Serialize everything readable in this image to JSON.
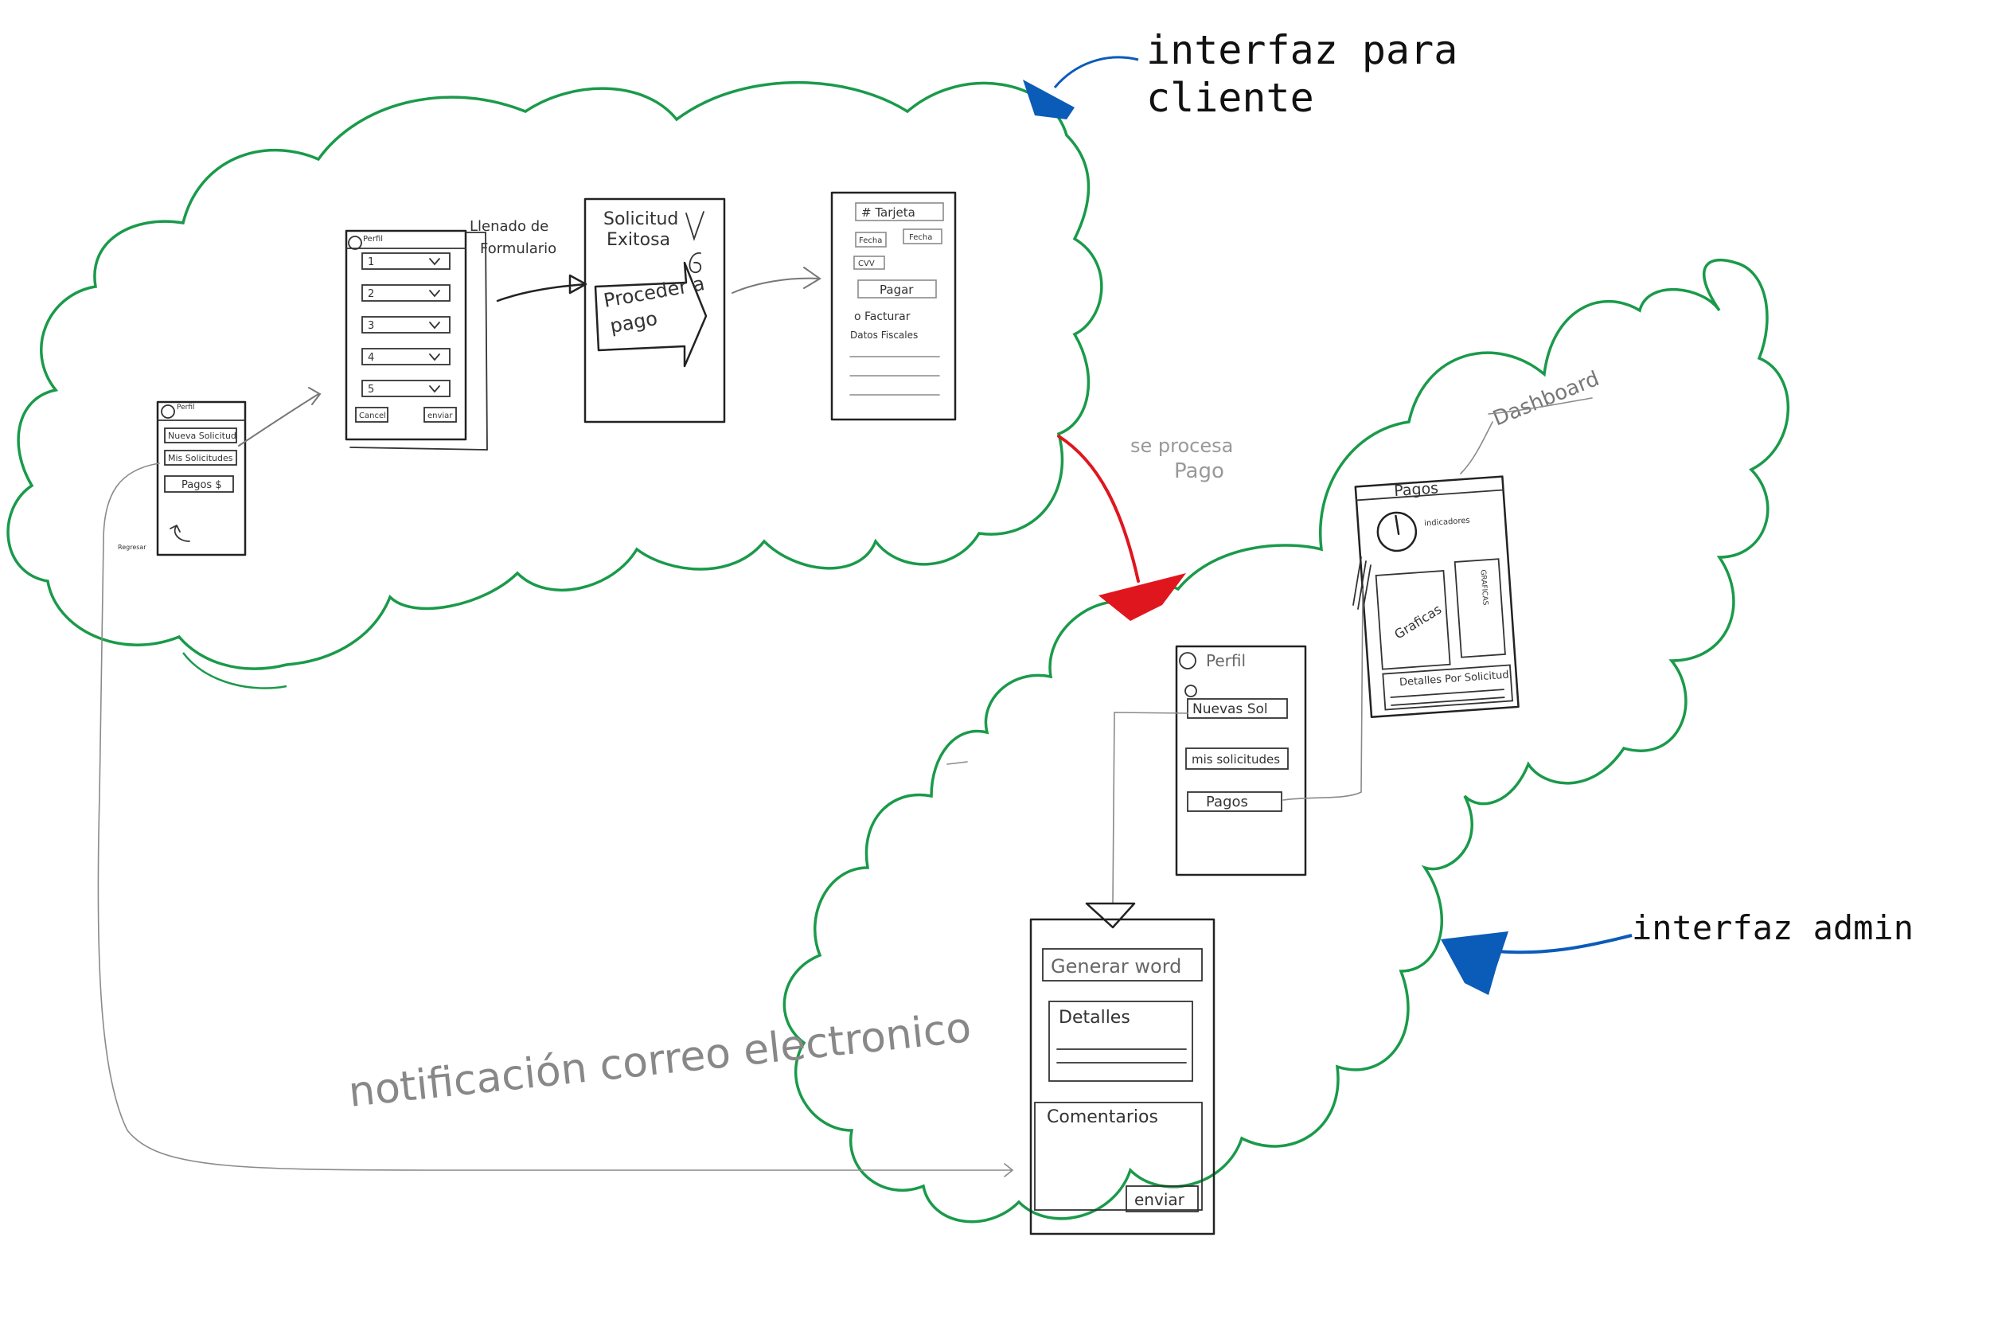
{
  "clouds": {
    "client_label_line1": "interfaz para",
    "client_label_line2": "cliente",
    "admin_label": "interfaz admin",
    "color_cloud": "#1a9a4a",
    "color_pointer": "#0b5bb8",
    "color_process_arrow": "#e0161e"
  },
  "client_home": {
    "perfil": "Perfil",
    "nueva": "Nueva Solicitud",
    "mis": "Mis Solicitudes",
    "pagos": "Pagos $",
    "regresar": "Regresar"
  },
  "form_screen": {
    "annotation_line1": "Llenado de",
    "annotation_line2": "Formulario",
    "perfil": "Perfil",
    "fields": [
      "1",
      "2",
      "3",
      "4",
      "5"
    ],
    "cancel": "Cancel",
    "send": "enviar"
  },
  "success_screen": {
    "title_line1": "Solicitud",
    "title_line2": "Exitosa",
    "proceed_line1": "Proceder a",
    "proceed_line2": "pago"
  },
  "payment_screen": {
    "card": "# Tarjeta",
    "fecha": "Fecha",
    "fecha2": "Fecha",
    "cvv": "CVV",
    "pay": "Pagar",
    "invoice": "o Facturar",
    "fiscal": "Datos Fiscales"
  },
  "process_note": {
    "line1": "se procesa",
    "line2": "Pago"
  },
  "dashboard": {
    "label": "Dashboard",
    "title": "Pagos",
    "indicators": "indicadores",
    "charts_left": "Graficas",
    "charts_right": "GRAFICAS",
    "details": "Detalles Por Solicitud"
  },
  "admin_home": {
    "perfil": "Perfil",
    "nuevas": "Nuevas Sol",
    "mis": "mis solicitudes",
    "pagos": "Pagos"
  },
  "detail_screen": {
    "generate": "Generar word",
    "details": "Detalles",
    "comments": "Comentarios",
    "send": "enviar"
  },
  "notification": {
    "text": "notificación correo electronico"
  }
}
